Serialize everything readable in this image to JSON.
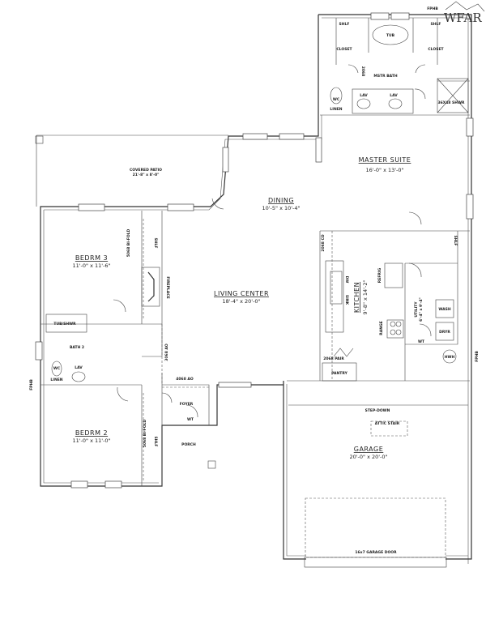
{
  "logo": {
    "text": "WFAR"
  },
  "rooms": {
    "master_suite": {
      "name": "MASTER SUITE",
      "size": "16'-0\" x 13'-0\""
    },
    "master_bath": {
      "name": "MSTR BATH"
    },
    "dining": {
      "name": "DINING",
      "size": "10'-5\" x 10'-4\""
    },
    "covered_patio": {
      "name": "COVERED PATIO",
      "size": "21'-8\" x 8'-0\""
    },
    "bedroom3": {
      "name": "BEDRM 3",
      "size": "11'-0\" x 11'-6\""
    },
    "living": {
      "name": "LIVING CENTER",
      "size": "18'-4\" x 20'-0\""
    },
    "bath2": {
      "name": "BATH 2"
    },
    "bedroom2": {
      "name": "BEDRM 2",
      "size": "11'-0\" x 11'-0\""
    },
    "foyer": {
      "name": "FOYER"
    },
    "porch": {
      "name": "PORCH"
    },
    "kitchen": {
      "name": "KITCHEN",
      "size": "9'-8\" x 14'-2\""
    },
    "pantry": {
      "name": "PANTRY"
    },
    "utility": {
      "name": "UTILITY",
      "size": "6'-4\" x 9'-4\""
    },
    "garage": {
      "name": "GARAGE",
      "size": "20'-0\" x 20'-0\""
    }
  },
  "fixtures": {
    "tub": "TUB",
    "closet": "CLOSET",
    "lav": "LAV",
    "wc": "WC",
    "linen": "LINEN",
    "shower": "36X48 SHWR",
    "tub_shower": "TUB/SHWR",
    "fireplace": "FIREPLACE",
    "refrig": "REFRIG",
    "range": "RANGE",
    "sink": "SINK",
    "dw": "DW",
    "wash": "WASH",
    "dryer": "DRYR",
    "hwh": "HWH",
    "step_down": "STEP-DOWN",
    "attic_stair": "ATTIC STAIR",
    "garage_door": "16x7 GARAGE DOOR",
    "fphb": "FPHB",
    "wt": "WT",
    "shelf": "SHLF",
    "door_2068": "2068",
    "door_2068_co": "2068 CO",
    "bifold": "5068 BI-FOLD",
    "door_3068_ao": "3068 AO",
    "door_4068_ao": "4068 AO",
    "pair_2068": "2068 PAIR"
  }
}
